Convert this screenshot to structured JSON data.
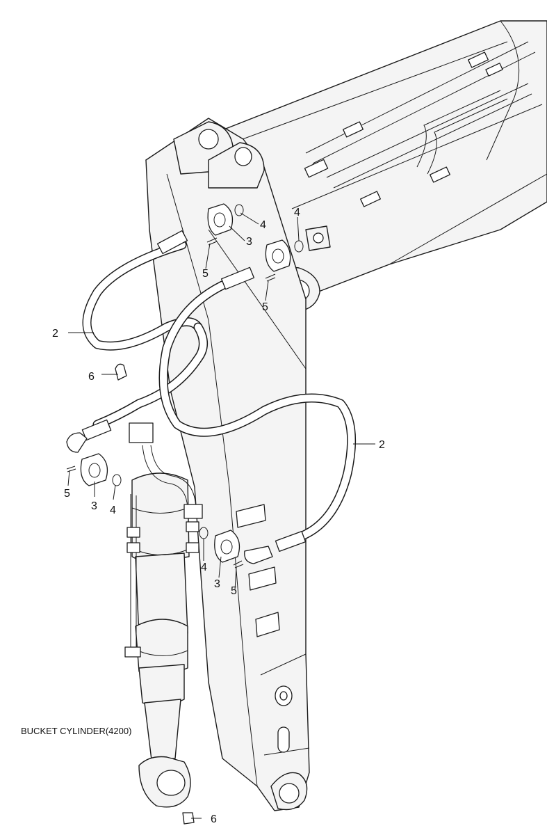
{
  "caption": "BUCKET CYLINDER(4200)",
  "callouts": {
    "c2_left": "2",
    "c2_right": "2",
    "c3_top": "3",
    "c3_left": "3",
    "c3_bottom": "3",
    "c4_top_a": "4",
    "c4_top_b": "4",
    "c4_left": "4",
    "c4_mid": "4",
    "c5_top_a": "5",
    "c5_top_b": "5",
    "c5_left": "5",
    "c5_bottom": "5",
    "c6_top": "6",
    "c6_bottom": "6"
  }
}
